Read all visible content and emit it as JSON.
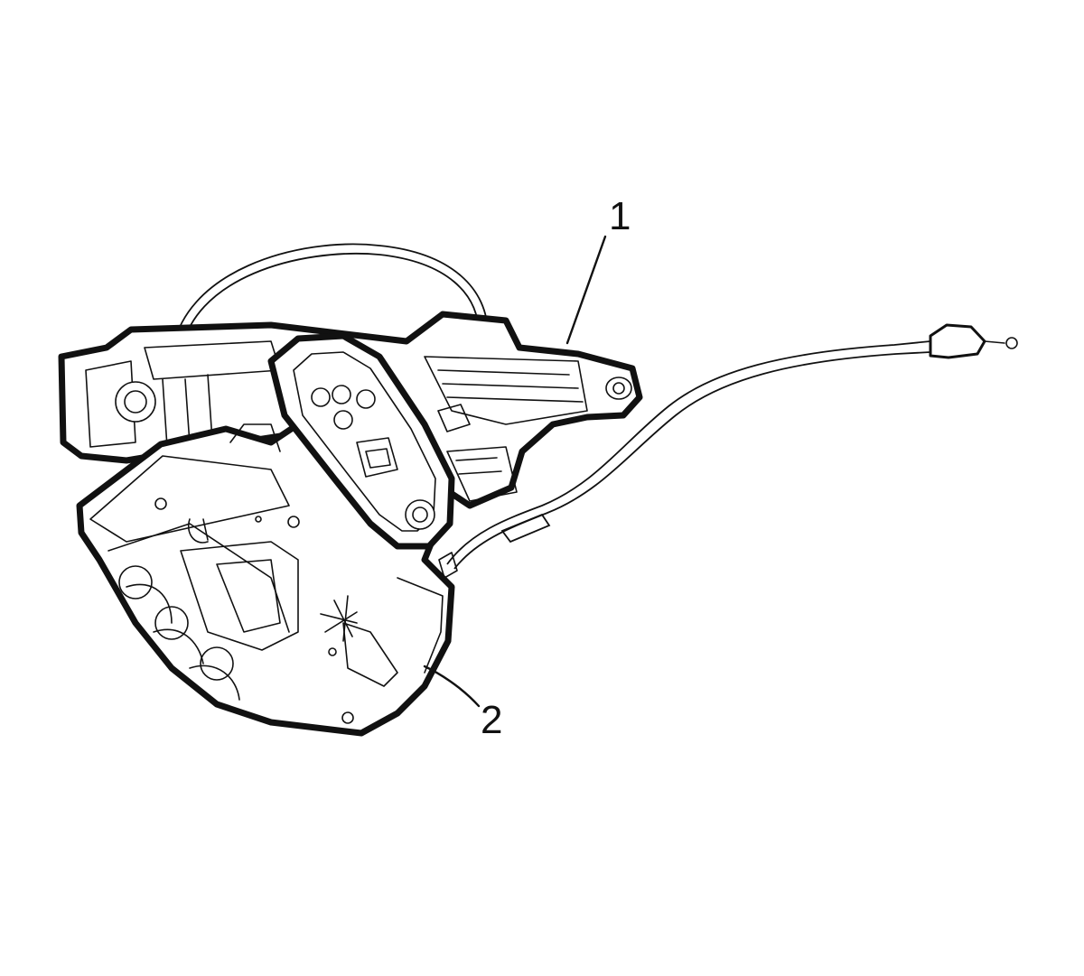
{
  "diagram": {
    "callouts": [
      {
        "id": "1",
        "label": "1"
      },
      {
        "id": "2",
        "label": "2"
      }
    ],
    "colors": {
      "line": "#111111",
      "background": "#ffffff"
    }
  }
}
